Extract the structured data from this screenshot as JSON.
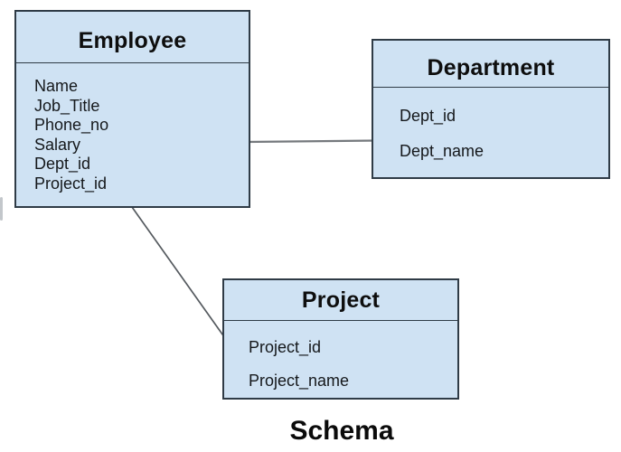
{
  "diagram": {
    "caption": "Schema",
    "entities": {
      "employee": {
        "title": "Employee",
        "attributes": [
          "Name",
          "Job_Title",
          "Phone_no",
          "Salary",
          "Dept_id",
          "Project_id"
        ]
      },
      "department": {
        "title": "Department",
        "attributes": [
          "Dept_id",
          "Dept_name"
        ]
      },
      "project": {
        "title": "Project",
        "attributes": [
          "Project_id",
          "Project_name"
        ]
      }
    },
    "relationships": [
      {
        "from": "Employee",
        "to": "Department"
      },
      {
        "from": "Employee",
        "to": "Project"
      }
    ],
    "colors": {
      "entity_fill": "#cfe2f3",
      "entity_border": "#2f3b46",
      "connector": "#5d646b",
      "text": "#0e0e0e",
      "background": "#ffffff"
    }
  }
}
